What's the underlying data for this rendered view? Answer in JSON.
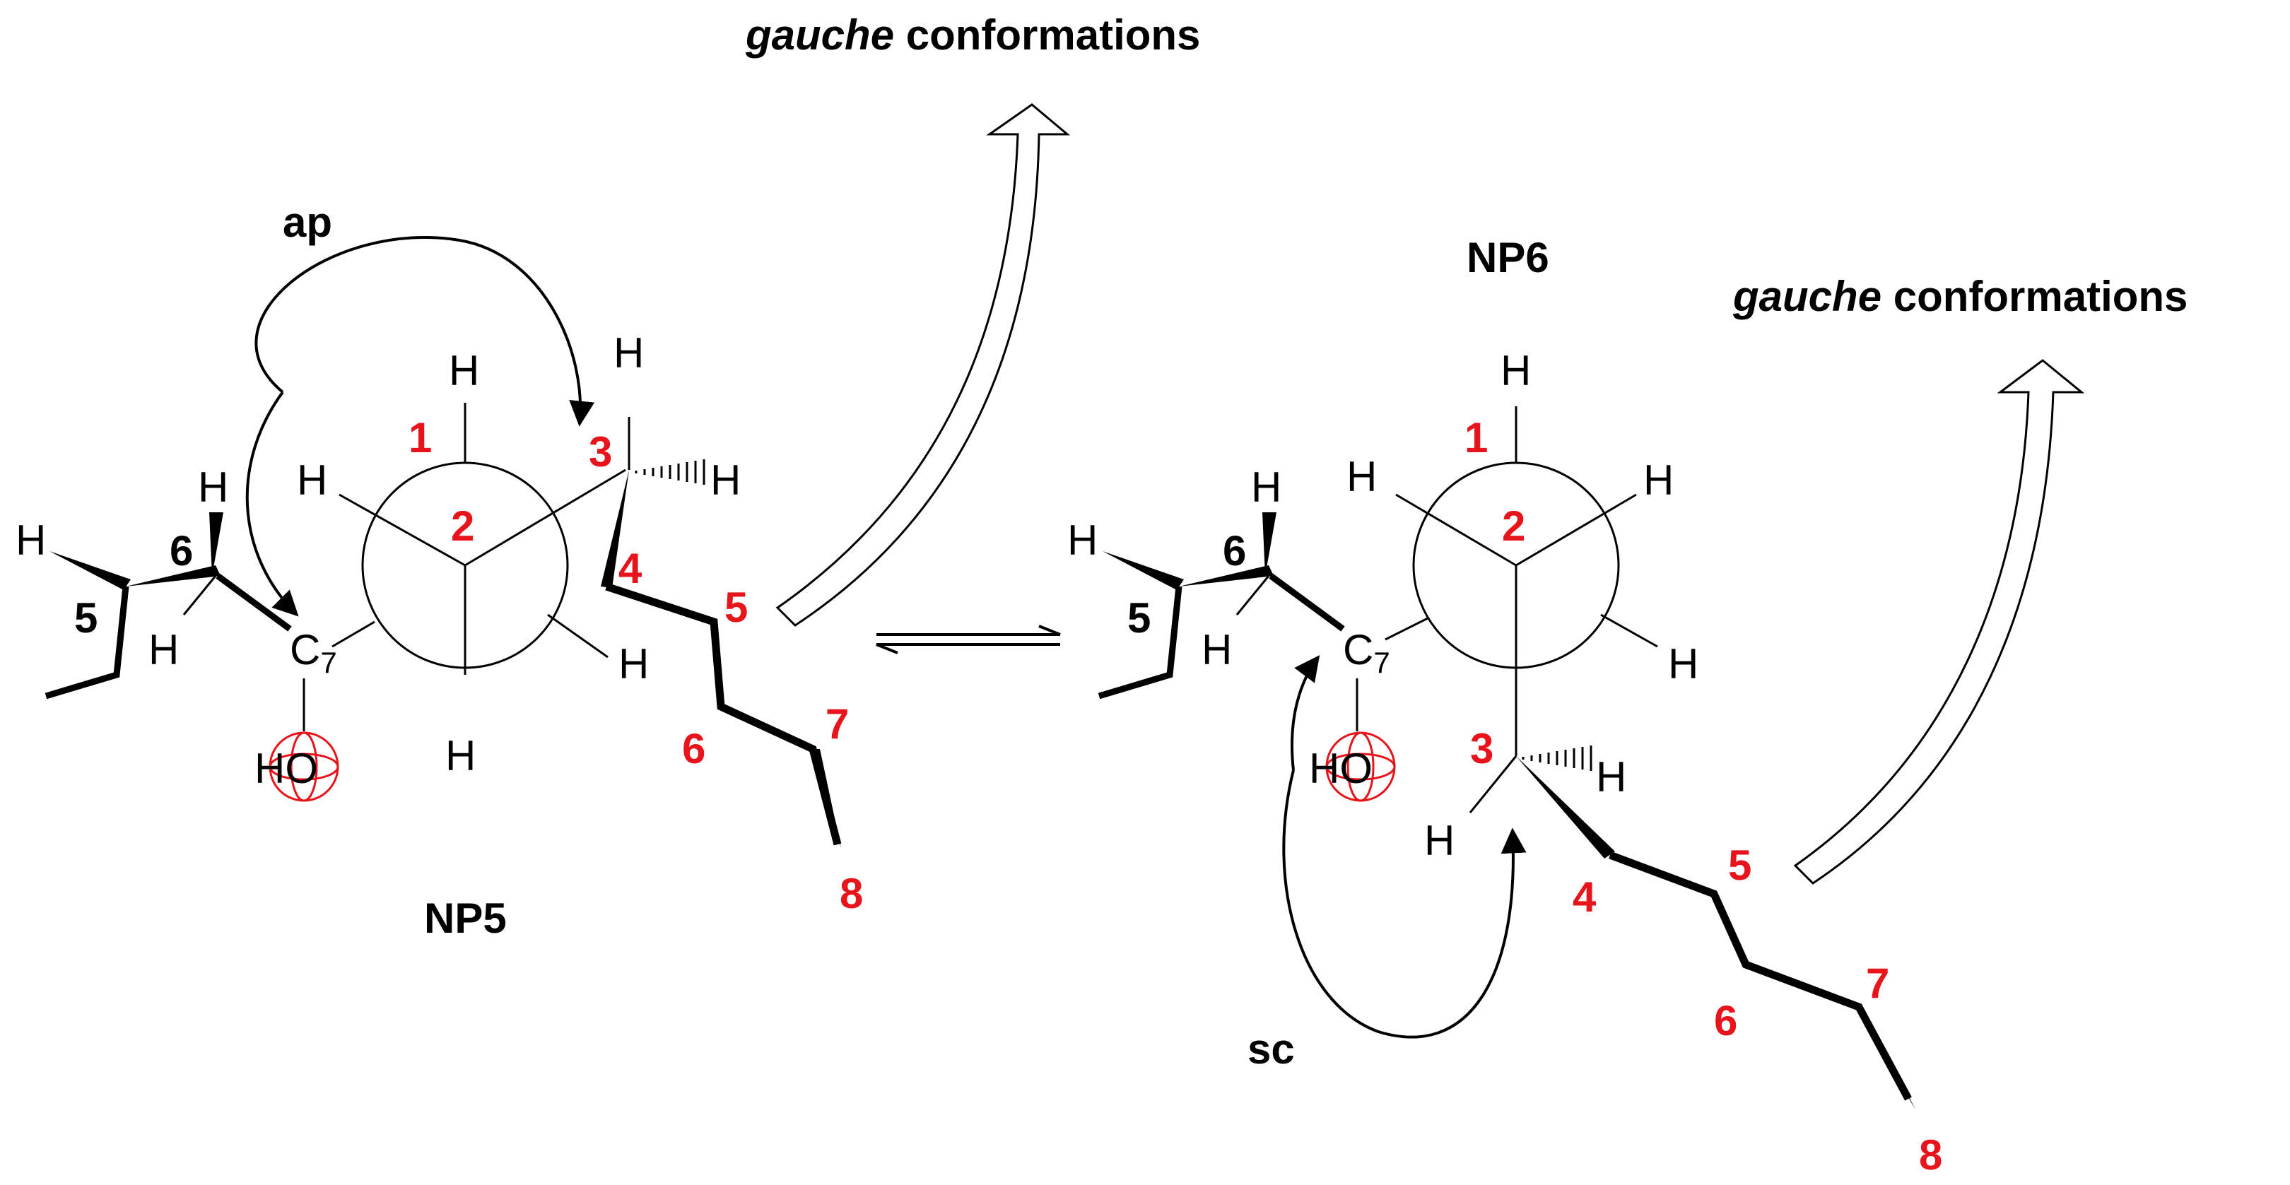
{
  "titles": {
    "gauche_left_italic": "gauche",
    "gauche_left_rest": " conformations",
    "gauche_right_italic": "gauche",
    "gauche_right_rest": " conformations"
  },
  "labels": {
    "ap": "ap",
    "sc": "sc",
    "np5": "NP5",
    "np6": "NP6"
  },
  "np5": {
    "front": {
      "h_top": "H",
      "h_left": "H",
      "h_bottom": "H",
      "num_1": "1",
      "num_2": "2"
    },
    "back": {
      "h_right": "H",
      "num_3": "3",
      "h3_top": "H",
      "h3_right": "H"
    },
    "side_chain": {
      "h5": "H",
      "num5": "5",
      "num6": "6",
      "h6_top": "H",
      "h6_bottom": "H",
      "c": "C",
      "c_sub": "7",
      "oh": "HO"
    },
    "chain_numbers": [
      "4",
      "5",
      "6",
      "7",
      "8"
    ]
  },
  "np6": {
    "front": {
      "h_top": "H",
      "h_left": "H",
      "h_right": "H",
      "num_1": "1",
      "num_2": "2"
    },
    "back": {
      "h_lower_right": "H",
      "num_3": "3",
      "h3_right": "H",
      "h3_left": "H"
    },
    "side_chain": {
      "h5": "H",
      "num5": "5",
      "num6": "6",
      "h6_top": "H",
      "h6_bottom": "H",
      "c": "C",
      "c_sub": "7",
      "oh": "HO"
    },
    "chain_numbers": [
      "4",
      "5",
      "6",
      "7",
      "8"
    ]
  },
  "colors": {
    "accent_red": "#e8141b",
    "ink": "#000000"
  }
}
